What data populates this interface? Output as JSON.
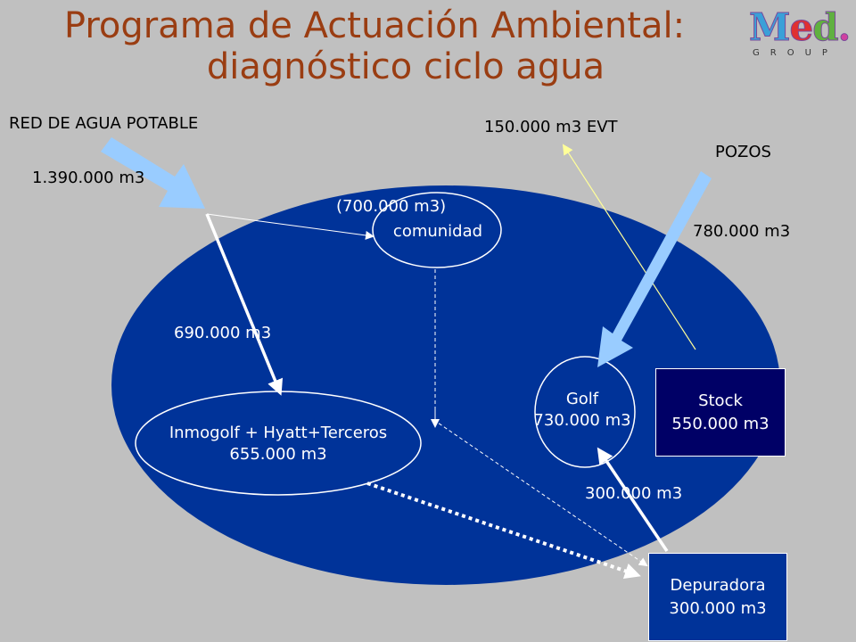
{
  "title": {
    "line1": "Programa de Actuación Ambiental:",
    "line2": "diagnóstico ciclo agua"
  },
  "logo": {
    "main": "Med",
    "sub": "GROUP"
  },
  "sources": {
    "red_label": "RED DE AGUA POTABLE",
    "red_value": "1.390.000 m3",
    "evt": "150.000 m3 EVT",
    "pozos_label": "POZOS",
    "pozos_value": "780.000 m3"
  },
  "flows": {
    "comunidad_in": "(700.000 m3)",
    "inmogolf_in": "690.000 m3",
    "golf_return": "300.000 m3"
  },
  "nodes": {
    "comunidad": "comunidad",
    "inmogolf_name": "Inmogolf + Hyatt+Terceros",
    "inmogolf_value": "655.000 m3",
    "golf_name": "Golf",
    "golf_value": "730.000 m3",
    "stock_name": "Stock",
    "stock_value": "550.000 m3",
    "depuradora_name": "Depuradora",
    "depuradora_value": "300.000 m3"
  },
  "colors": {
    "background": "#c0c0c0",
    "title": "#9a3d12",
    "area": "#003399",
    "box": "#000066",
    "input_arrow": "#99ccff",
    "evt_line": "#ffff99"
  }
}
